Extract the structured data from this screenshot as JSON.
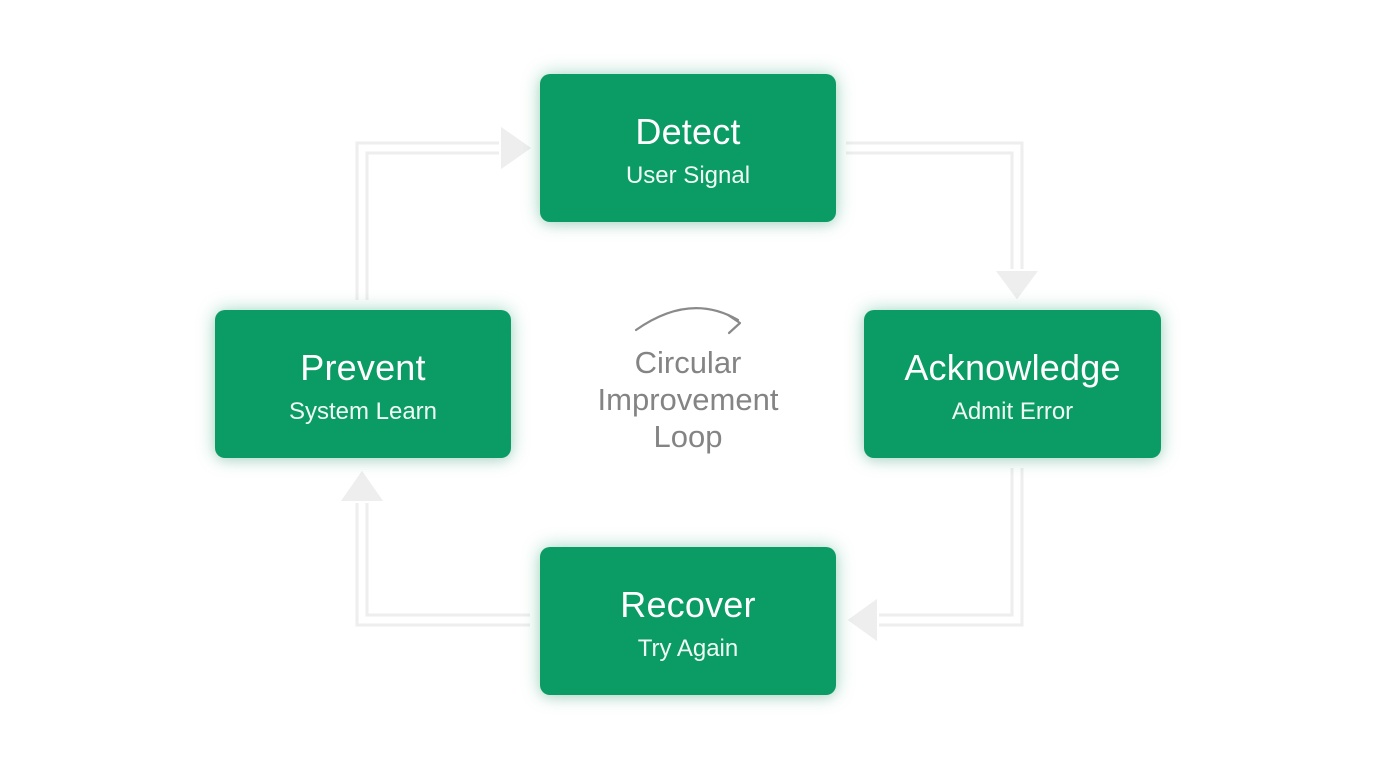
{
  "stages": [
    {
      "title": "Detect",
      "subtitle": "User Signal"
    },
    {
      "title": "Acknowledge",
      "subtitle": "Admit Error"
    },
    {
      "title": "Recover",
      "subtitle": "Try Again"
    },
    {
      "title": "Prevent",
      "subtitle": "System Learn"
    }
  ],
  "center": {
    "lines": [
      "Circular",
      "Improvement",
      "Loop"
    ],
    "icon": "curved-arrow-icon"
  },
  "colors": {
    "stage_fill": "#0b9c65",
    "stage_text": "#ffffff",
    "connector": "#ececec",
    "center_text": "#848484",
    "center_arrow": "#8a8a8a",
    "background": "#ffffff"
  }
}
